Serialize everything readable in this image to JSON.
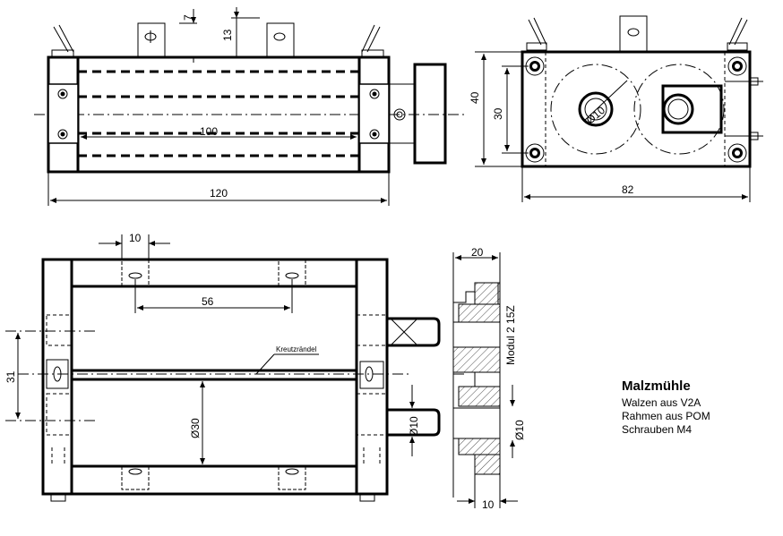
{
  "dimensions": {
    "top_7": "7",
    "top_13": "13",
    "inner_100": "100",
    "overall_120": "120",
    "side_40": "40",
    "side_30": "30",
    "side_diam10": "Ø10",
    "side_82": "82",
    "bottom_10": "10",
    "bottom_56": "56",
    "left_31": "31",
    "roller_diam30": "Ø30",
    "shaft_diam10": "Ø10",
    "gear_20": "20",
    "gear_module": "Modul 2 15Z",
    "gear_diam10": "Ø10",
    "gear_bottom_10": "10",
    "knurl_label": "Kreutzrändel"
  },
  "notes": {
    "title": "Malzmühle",
    "line1": "Walzen  aus  V2A",
    "line2": "Rahmen aus POM",
    "line3": "Schrauben M4"
  },
  "colors": {
    "line": "#000000",
    "background": "#ffffff",
    "hatch_fill": "#ffffff"
  }
}
